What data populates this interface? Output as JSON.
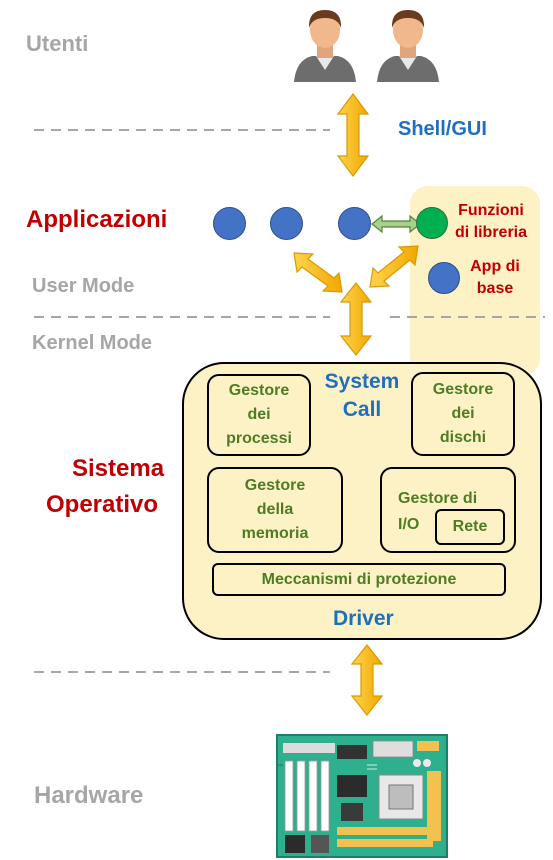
{
  "levels": {
    "users": "Utenti",
    "applications": "Applicazioni",
    "user_mode": "User Mode",
    "kernel_mode": "Kernel Mode",
    "os_line1": "Sistema",
    "os_line2": "Operativo",
    "hardware": "Hardware"
  },
  "interfaces": {
    "shell_gui": "Shell/GUI",
    "system_call_line1": "System",
    "system_call_line2": "Call",
    "driver": "Driver"
  },
  "library": {
    "functions_line1": "Funzioni",
    "functions_line2": "di libreria",
    "base_apps_line1": "App di",
    "base_apps_line2": "base"
  },
  "os_modules": {
    "process_manager": [
      "Gestore",
      "dei",
      "processi"
    ],
    "disk_manager": [
      "Gestore",
      "dei",
      "dischi"
    ],
    "memory_manager": [
      "Gestore",
      "della",
      "memoria"
    ],
    "io_manager": [
      "Gestore di",
      "I/O"
    ],
    "network": "Rete",
    "protection": "Meccanismi di protezione"
  },
  "colors": {
    "app_dot": "#4472c4",
    "library_dot": "#00b050",
    "arrow": "#ffc000",
    "os_fill": "#fdf2c6",
    "module_text": "#4e7c23",
    "title_red": "#c00000",
    "interface_blue": "#1f6fc0"
  },
  "icons": [
    "user-icon",
    "user-icon",
    "motherboard-icon"
  ]
}
